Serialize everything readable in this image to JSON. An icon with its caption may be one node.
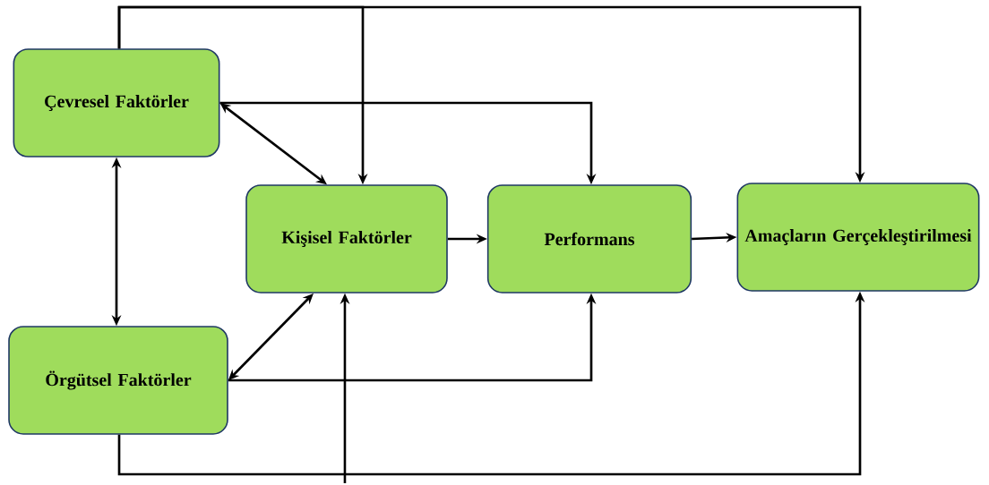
{
  "diagram": {
    "nodes": [
      {
        "text": [
          "Çevresel Faktörler"
        ]
      },
      {
        "text": [
          "Kişisel Faktörler"
        ]
      },
      {
        "text": [
          "Performans"
        ]
      },
      {
        "text": [
          "Amaçların Gerçekleştirilmesi"
        ]
      },
      {
        "text": [
          "Örgütsel Faktörler"
        ]
      }
    ],
    "edges": [
      {
        "from": 0,
        "to": 1,
        "arrow": "both"
      },
      {
        "from": 0,
        "to": 1,
        "arrow": "to"
      },
      {
        "from": 0,
        "to": 3,
        "arrow": "to"
      },
      {
        "from": 0,
        "to": 2,
        "arrow": "to"
      },
      {
        "from": 0,
        "to": 4,
        "arrow": "both"
      },
      {
        "from": 4,
        "to": 1,
        "arrow": "both"
      },
      {
        "from": 4,
        "to": 2,
        "arrow": "to"
      },
      {
        "from": 4,
        "to": 3,
        "arrow": "to"
      },
      {
        "from": null,
        "to": 1,
        "arrow": "to"
      },
      {
        "from": 1,
        "to": 2,
        "arrow": "to"
      },
      {
        "from": 2,
        "to": 3,
        "arrow": "to"
      }
    ]
  }
}
